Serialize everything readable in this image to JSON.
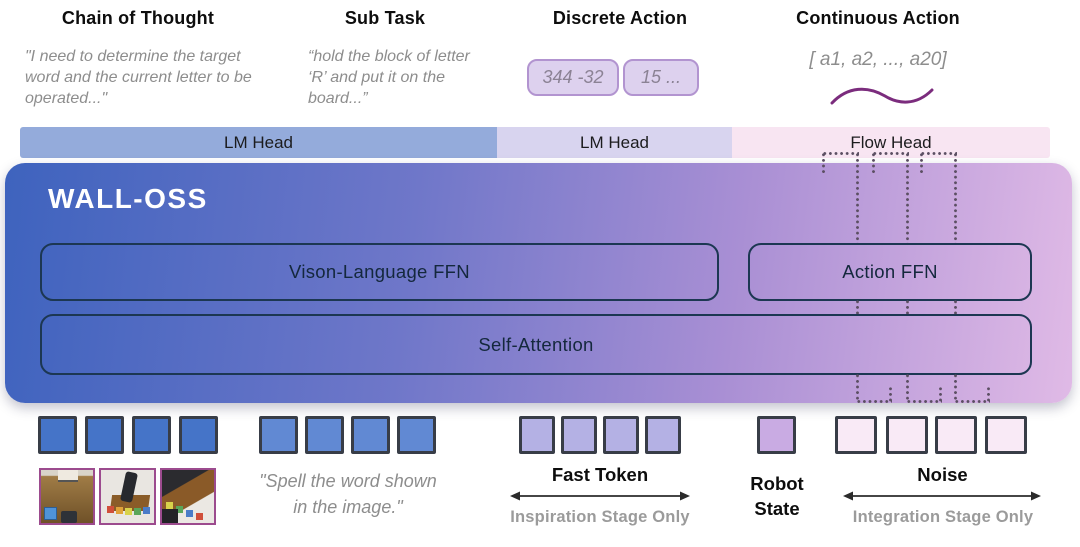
{
  "columns": [
    {
      "title": "Chain of Thought",
      "quote": "\"I need to determine the target word and the current letter to be operated...\""
    },
    {
      "title": "Sub Task",
      "quote": "“hold the block of letter ‘R’ and put it on the board...”"
    },
    {
      "title": "Discrete Action",
      "tokens": [
        "344 -32",
        "15  ..."
      ]
    },
    {
      "title": "Continuous Action",
      "vector": "[ a1, a2, ..., a20]"
    }
  ],
  "heads": [
    {
      "label": "LM Head",
      "color": "#94abdb"
    },
    {
      "label": "LM Head",
      "color": "#d8d4ef"
    },
    {
      "label": "Flow Head",
      "color": "#f8e5f2"
    }
  ],
  "model": {
    "name": "WALL-OSS",
    "blocks": {
      "vl_ffn": "Vison-Language FFN",
      "action_ffn": "Action FFN",
      "self_attention": "Self-Attention"
    }
  },
  "bottom": {
    "prompt": "\"Spell the word shown in the image.\"",
    "fast_token": {
      "label": "Fast Token",
      "stage": "Inspiration Stage Only"
    },
    "robot_state": {
      "label": "Robot State"
    },
    "noise": {
      "label": "Noise",
      "stage": "Integration Stage Only"
    }
  },
  "token_groups": [
    {
      "name": "vision-tokens",
      "count": 4,
      "color": "#4574c8"
    },
    {
      "name": "text-tokens",
      "count": 4,
      "color": "#6189d3"
    },
    {
      "name": "fast-tokens",
      "count": 4,
      "color": "#b4b1e4"
    },
    {
      "name": "robot-state-token",
      "count": 1,
      "color": "#c9abe3"
    },
    {
      "name": "noise-tokens",
      "count": 4,
      "color": "#f9eaf6"
    }
  ],
  "images": [
    "robot-table-photo",
    "robot-arm-blocks-photo",
    "robot-gripper-photo"
  ],
  "colors": {
    "model_gradient_start": "#3e63be",
    "model_gradient_end": "#e0bae6",
    "inner_border": "#1c3752",
    "dots": "#5c4f63",
    "pill_bg": "#ddd1ee",
    "pill_border": "#b294d0",
    "squiggle": "#7b2c7d",
    "photo_border": "#9c4b8e",
    "quote_gray": "#8d8d8d"
  }
}
